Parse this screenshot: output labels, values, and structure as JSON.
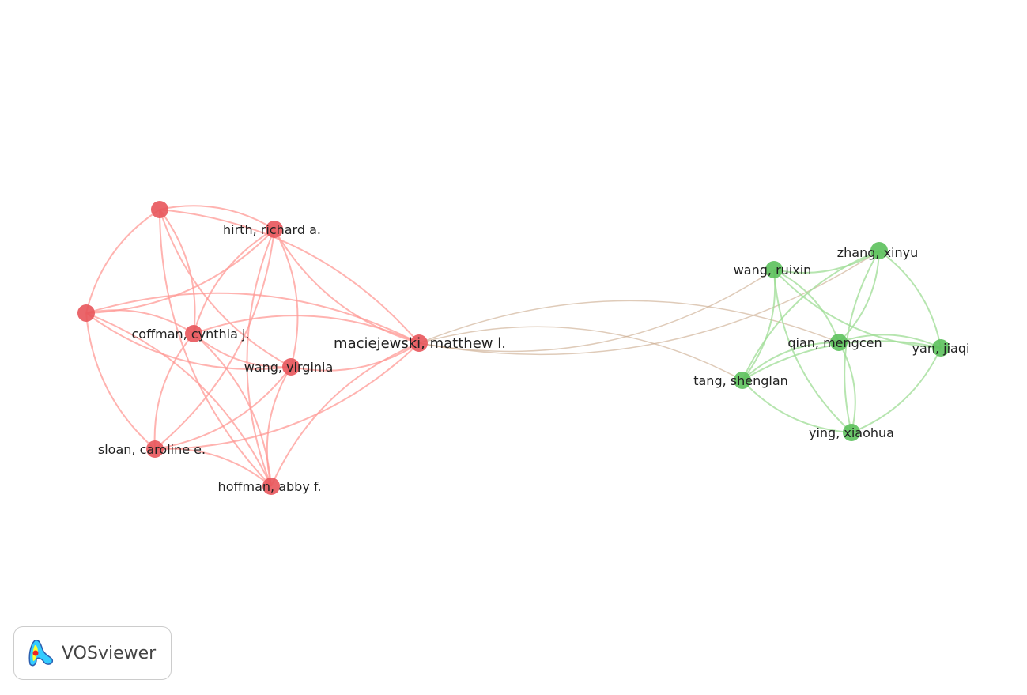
{
  "network": {
    "clusters": [
      {
        "id": 1,
        "color": "#e8555b",
        "edge_color": "#ff9a96"
      },
      {
        "id": 2,
        "color": "#5cc15c",
        "edge_color": "#9edc94"
      }
    ],
    "nodes": [
      {
        "id": "n1",
        "label": "",
        "cluster": 1
      },
      {
        "id": "hirth",
        "label": "hirth, richard a.",
        "cluster": 1
      },
      {
        "id": "n2",
        "label": "",
        "cluster": 1
      },
      {
        "id": "coffman",
        "label": "coffman, cynthia j.",
        "cluster": 1
      },
      {
        "id": "wangv",
        "label": "wang, virginia",
        "cluster": 1
      },
      {
        "id": "mac",
        "label": "maciejewski, matthew l.",
        "cluster": 1
      },
      {
        "id": "sloan",
        "label": "sloan, caroline e.",
        "cluster": 1
      },
      {
        "id": "hoffman",
        "label": "hoffman, abby f.",
        "cluster": 1
      },
      {
        "id": "wangr",
        "label": "wang, ruixin",
        "cluster": 2
      },
      {
        "id": "zhang",
        "label": "zhang, xinyu",
        "cluster": 2
      },
      {
        "id": "qian",
        "label": "qian, mengcen",
        "cluster": 2
      },
      {
        "id": "yan",
        "label": "yan, jiaqi",
        "cluster": 2
      },
      {
        "id": "tang",
        "label": "tang, shenglan",
        "cluster": 2
      },
      {
        "id": "ying",
        "label": "ying, xiaohua",
        "cluster": 2
      }
    ],
    "links": [
      [
        "n1",
        "hirth"
      ],
      [
        "n1",
        "n2"
      ],
      [
        "n1",
        "coffman"
      ],
      [
        "n1",
        "wangv"
      ],
      [
        "n1",
        "mac"
      ],
      [
        "n1",
        "hoffman"
      ],
      [
        "hirth",
        "n2"
      ],
      [
        "hirth",
        "coffman"
      ],
      [
        "hirth",
        "wangv"
      ],
      [
        "hirth",
        "mac"
      ],
      [
        "hirth",
        "sloan"
      ],
      [
        "hirth",
        "hoffman"
      ],
      [
        "n2",
        "coffman"
      ],
      [
        "n2",
        "wangv"
      ],
      [
        "n2",
        "mac"
      ],
      [
        "n2",
        "sloan"
      ],
      [
        "n2",
        "hoffman"
      ],
      [
        "coffman",
        "wangv"
      ],
      [
        "coffman",
        "mac"
      ],
      [
        "coffman",
        "sloan"
      ],
      [
        "coffman",
        "hoffman"
      ],
      [
        "wangv",
        "mac"
      ],
      [
        "wangv",
        "sloan"
      ],
      [
        "wangv",
        "hoffman"
      ],
      [
        "mac",
        "sloan"
      ],
      [
        "mac",
        "hoffman"
      ],
      [
        "sloan",
        "hoffman"
      ],
      [
        "mac",
        "wangr"
      ],
      [
        "mac",
        "qian"
      ],
      [
        "mac",
        "zhang"
      ],
      [
        "mac",
        "tang"
      ],
      [
        "wangr",
        "zhang"
      ],
      [
        "wangr",
        "qian"
      ],
      [
        "wangr",
        "yan"
      ],
      [
        "wangr",
        "tang"
      ],
      [
        "wangr",
        "ying"
      ],
      [
        "zhang",
        "qian"
      ],
      [
        "zhang",
        "tang"
      ],
      [
        "zhang",
        "yan"
      ],
      [
        "zhang",
        "ying"
      ],
      [
        "qian",
        "yan"
      ],
      [
        "qian",
        "tang"
      ],
      [
        "qian",
        "ying"
      ],
      [
        "yan",
        "tang"
      ],
      [
        "yan",
        "ying"
      ],
      [
        "tang",
        "ying"
      ]
    ]
  },
  "logo": {
    "text": "VOSviewer"
  }
}
